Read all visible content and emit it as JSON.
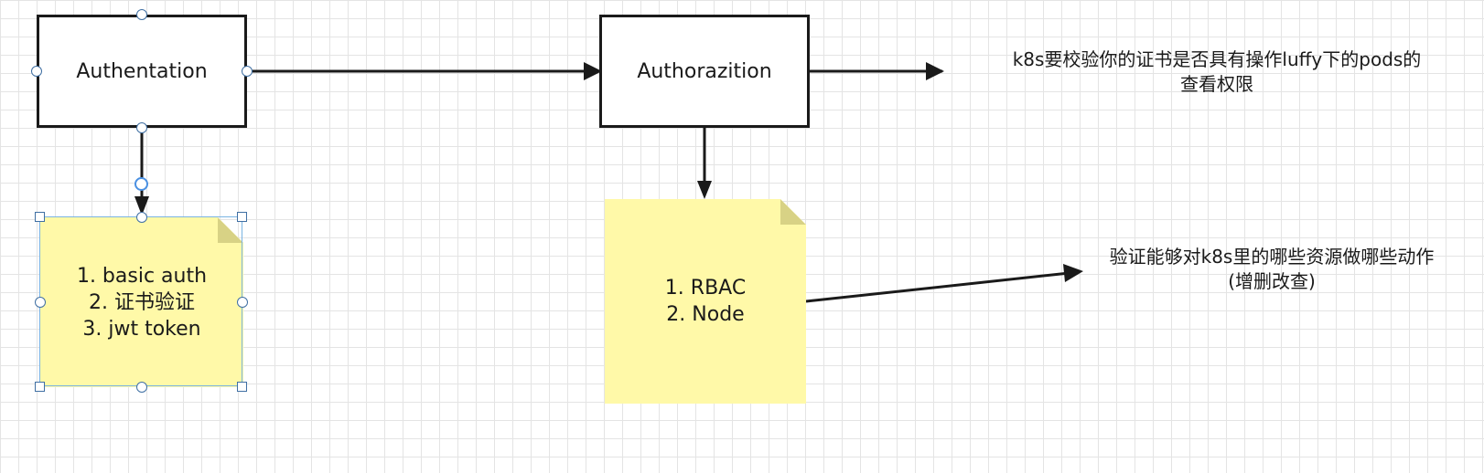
{
  "diagram": {
    "nodes": {
      "authentication": {
        "label": "Authentation"
      },
      "authorization": {
        "label": "Authorazition"
      }
    },
    "notes": {
      "auth_methods": {
        "lines": [
          "1. basic auth",
          "2. 证书验证",
          "3. jwt token"
        ],
        "color": "#fff9a8"
      },
      "authz_modes": {
        "lines": [
          "1. RBAC",
          "2. Node"
        ],
        "color": "#fff9a8"
      }
    },
    "annotations": {
      "authz_result": {
        "lines": [
          "k8s要校验你的证书是否具有操作luffy下的pods的",
          "查看权限"
        ]
      },
      "rbac_desc": {
        "lines": [
          "验证能够对k8s里的哪些资源做哪些动作",
          "(增删改查)"
        ]
      }
    },
    "colors": {
      "stroke": "#1a1a1a",
      "grid": "#e4e4e4",
      "selection": "#7ab4e2",
      "handle": "#3f6fa3"
    }
  }
}
